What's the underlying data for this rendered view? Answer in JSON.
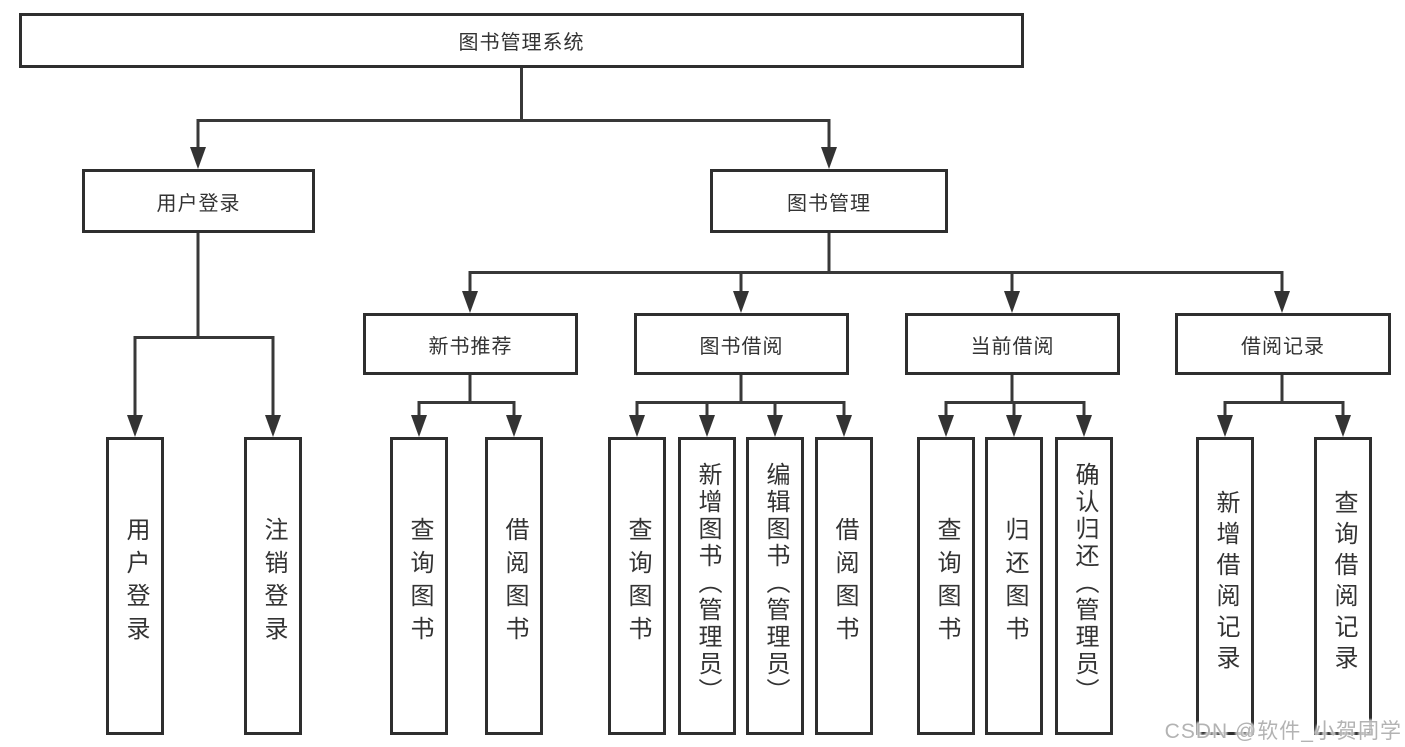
{
  "colors": {
    "background": "#ffffff",
    "box_border": "#2e2e2e",
    "connector_line": "#383838",
    "arrowhead": "#333333",
    "text": "#333333",
    "watermark": "#b3b3b3"
  },
  "tree": {
    "root": "图书管理系统",
    "branches": [
      {
        "label": "用户登录",
        "children": [
          "用户登录",
          "注销登录"
        ]
      },
      {
        "label": "图书管理",
        "children": [
          {
            "label": "新书推荐",
            "children": [
              "查询图书",
              "借阅图书"
            ]
          },
          {
            "label": "图书借阅",
            "children": [
              "查询图书",
              "新增图书（管理员）",
              "编辑图书（管理员）",
              "借阅图书"
            ]
          },
          {
            "label": "当前借阅",
            "children": [
              "查询图书",
              "归还图书",
              "确认归还（管理员）"
            ]
          },
          {
            "label": "借阅记录",
            "children": [
              "新增借阅记录",
              "查询借阅记录"
            ]
          }
        ]
      }
    ]
  },
  "watermark": "CSDN @软件_小贺同学"
}
